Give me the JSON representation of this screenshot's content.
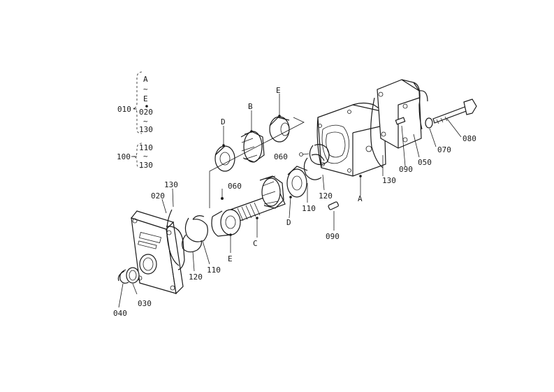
{
  "labels": {
    "A": "A",
    "B": "B",
    "C": "C",
    "D": "D",
    "E": "E",
    "p010": "010",
    "p020": "020",
    "p030": "030",
    "p040": "040",
    "p050": "050",
    "p060": "060",
    "p070": "070",
    "p080": "080",
    "p090": "090",
    "p100": "100",
    "p110": "110",
    "p120": "120",
    "p130": "130",
    "tilde": "~"
  }
}
